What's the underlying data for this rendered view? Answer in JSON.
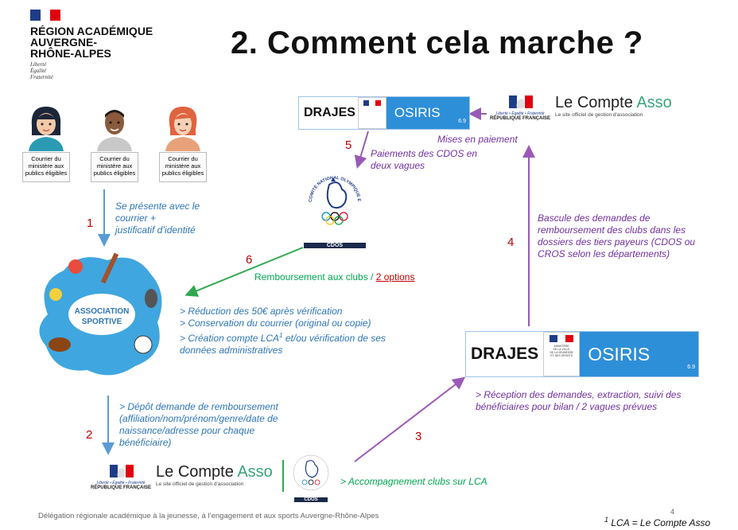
{
  "header": {
    "region_lines": [
      "RÉGION ACADÉMIQUE",
      "AUVERGNE-",
      "RHÔNE-ALPES"
    ],
    "devise": [
      "Liberté",
      "Égalité",
      "Fraternité"
    ],
    "title": "2. Comment cela marche ?"
  },
  "persons": [
    {
      "note": "Courrier du ministère aux publics éligibles"
    },
    {
      "note": "Courrier du ministère aux publics éligibles"
    },
    {
      "note": "Courrier du ministère aux publics éligibles"
    }
  ],
  "step1": {
    "number": "1",
    "text": [
      "Se présente avec le",
      "courrier +",
      "justificatif d’identité"
    ]
  },
  "association": {
    "label_line1": "ASSOCIATION",
    "label_line2": "SPORTIVE"
  },
  "assoc_actions": [
    "> Réduction des 50€ après vérification",
    "> Conservation du courrier (original ou copie)",
    " > Création compte LCA",
    "et/ou vérification de ses",
    "données administratives"
  ],
  "lca_sup": "1",
  "step2": {
    "number": "2",
    "text": [
      "> Dépôt demande de remboursement",
      "(affiliation/nom/prénom/genre/date de",
      "naissance/adresse pour chaque",
      "bénéficiaire)"
    ]
  },
  "lca_bottom": {
    "name_a": "Le Compte ",
    "name_b": "Asso",
    "subtitle": "Le site officiel de gestion d'association",
    "rep_line1": "Liberté • Égalité • Fraternité",
    "rep_line2": "RÉPUBLIQUE FRANÇAISE"
  },
  "cdos_small": {
    "label": "CDOS"
  },
  "accompagnement": "> Accompagnement clubs sur LCA",
  "step3": {
    "number": "3"
  },
  "drajes_main": {
    "word": "DRAJES",
    "osiris": "OSIRIS",
    "version": "6.9",
    "mini_lines": [
      "MINISTÈRE",
      "DE LA VILLE,",
      "DE LA JEUNESSE",
      "ET DES SPORTS"
    ]
  },
  "reception": [
    "> Réception des demandes, extraction, suivi des",
    "bénéficiaires pour bilan / 2 vagues prévues"
  ],
  "step4": {
    "number": "4",
    "text": [
      "Bascule des demandes de",
      "remboursement des clubs dans les",
      "dossiers des tiers payeurs (CDOS ou",
      "CROS selon les départements)"
    ]
  },
  "lca_top": {
    "name_a": "Le Compte ",
    "name_b": "Asso",
    "subtitle": "Le site officiel de gestion d'association",
    "rep_line1": "Liberté • Égalité • Fraternité",
    "rep_line2": "RÉPUBLIQUE FRANÇAISE"
  },
  "mises": "Mises en paiement",
  "drajes_top": {
    "word": "DRAJES",
    "osiris": "OSIRIS",
    "version": "6.9"
  },
  "step5": {
    "number": "5",
    "text": [
      "Paiements des CDOS en",
      "deux vagues"
    ]
  },
  "cdos_big": {
    "arc_text": "COMITÉ NATIONAL OLYMPIQUE ET SPORTIF FRANÇAIS",
    "label": "CDOS"
  },
  "step6": {
    "number": "6",
    "text_a": "Remboursement aux clubs / ",
    "text_b": "2 options"
  },
  "footer": "Délégation régionale académique à la jeunesse, à l’engagement et aux sports Auvergne-Rhône-Alpes",
  "page_number": "4",
  "footnote": {
    "sup": "1",
    "text": "LCA = Le Compte Asso"
  },
  "colors": {
    "blue": "#2e75b6",
    "purple": "#7030a0",
    "green": "#00a651",
    "red": "#c00000",
    "osiris": "#2e8fd9"
  }
}
